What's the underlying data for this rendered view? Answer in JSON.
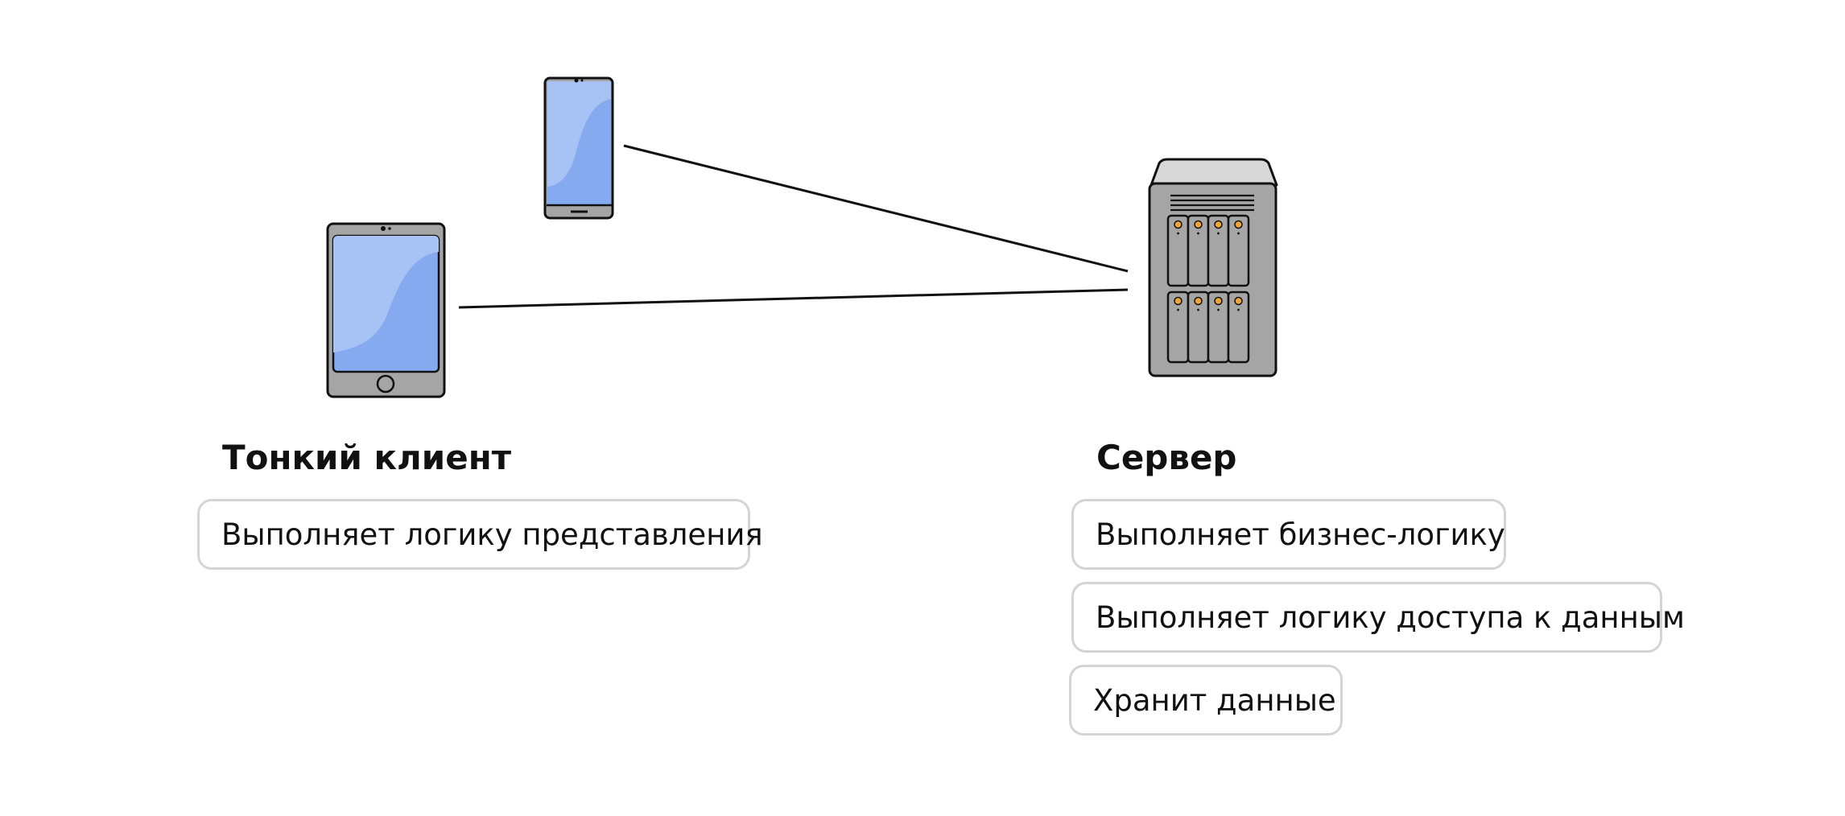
{
  "client": {
    "title": "Тонкий клиент",
    "responsibilities": [
      "Выполняет логику представления"
    ]
  },
  "server": {
    "title": "Сервер",
    "responsibilities": [
      "Выполняет бизнес-логику",
      "Выполняет логику доступа к данным",
      "Хранит данные"
    ]
  },
  "icons": {
    "smartphone": "smartphone-icon",
    "tablet": "tablet-icon",
    "server": "server-icon"
  },
  "colors": {
    "device_body": "#a5a5a5",
    "screen": "#86aaf0",
    "screen_highlight": "#a7c2f5",
    "server_top": "#d8d8d8",
    "led": "#f0a53a",
    "pill_border": "#d4d4d4"
  }
}
